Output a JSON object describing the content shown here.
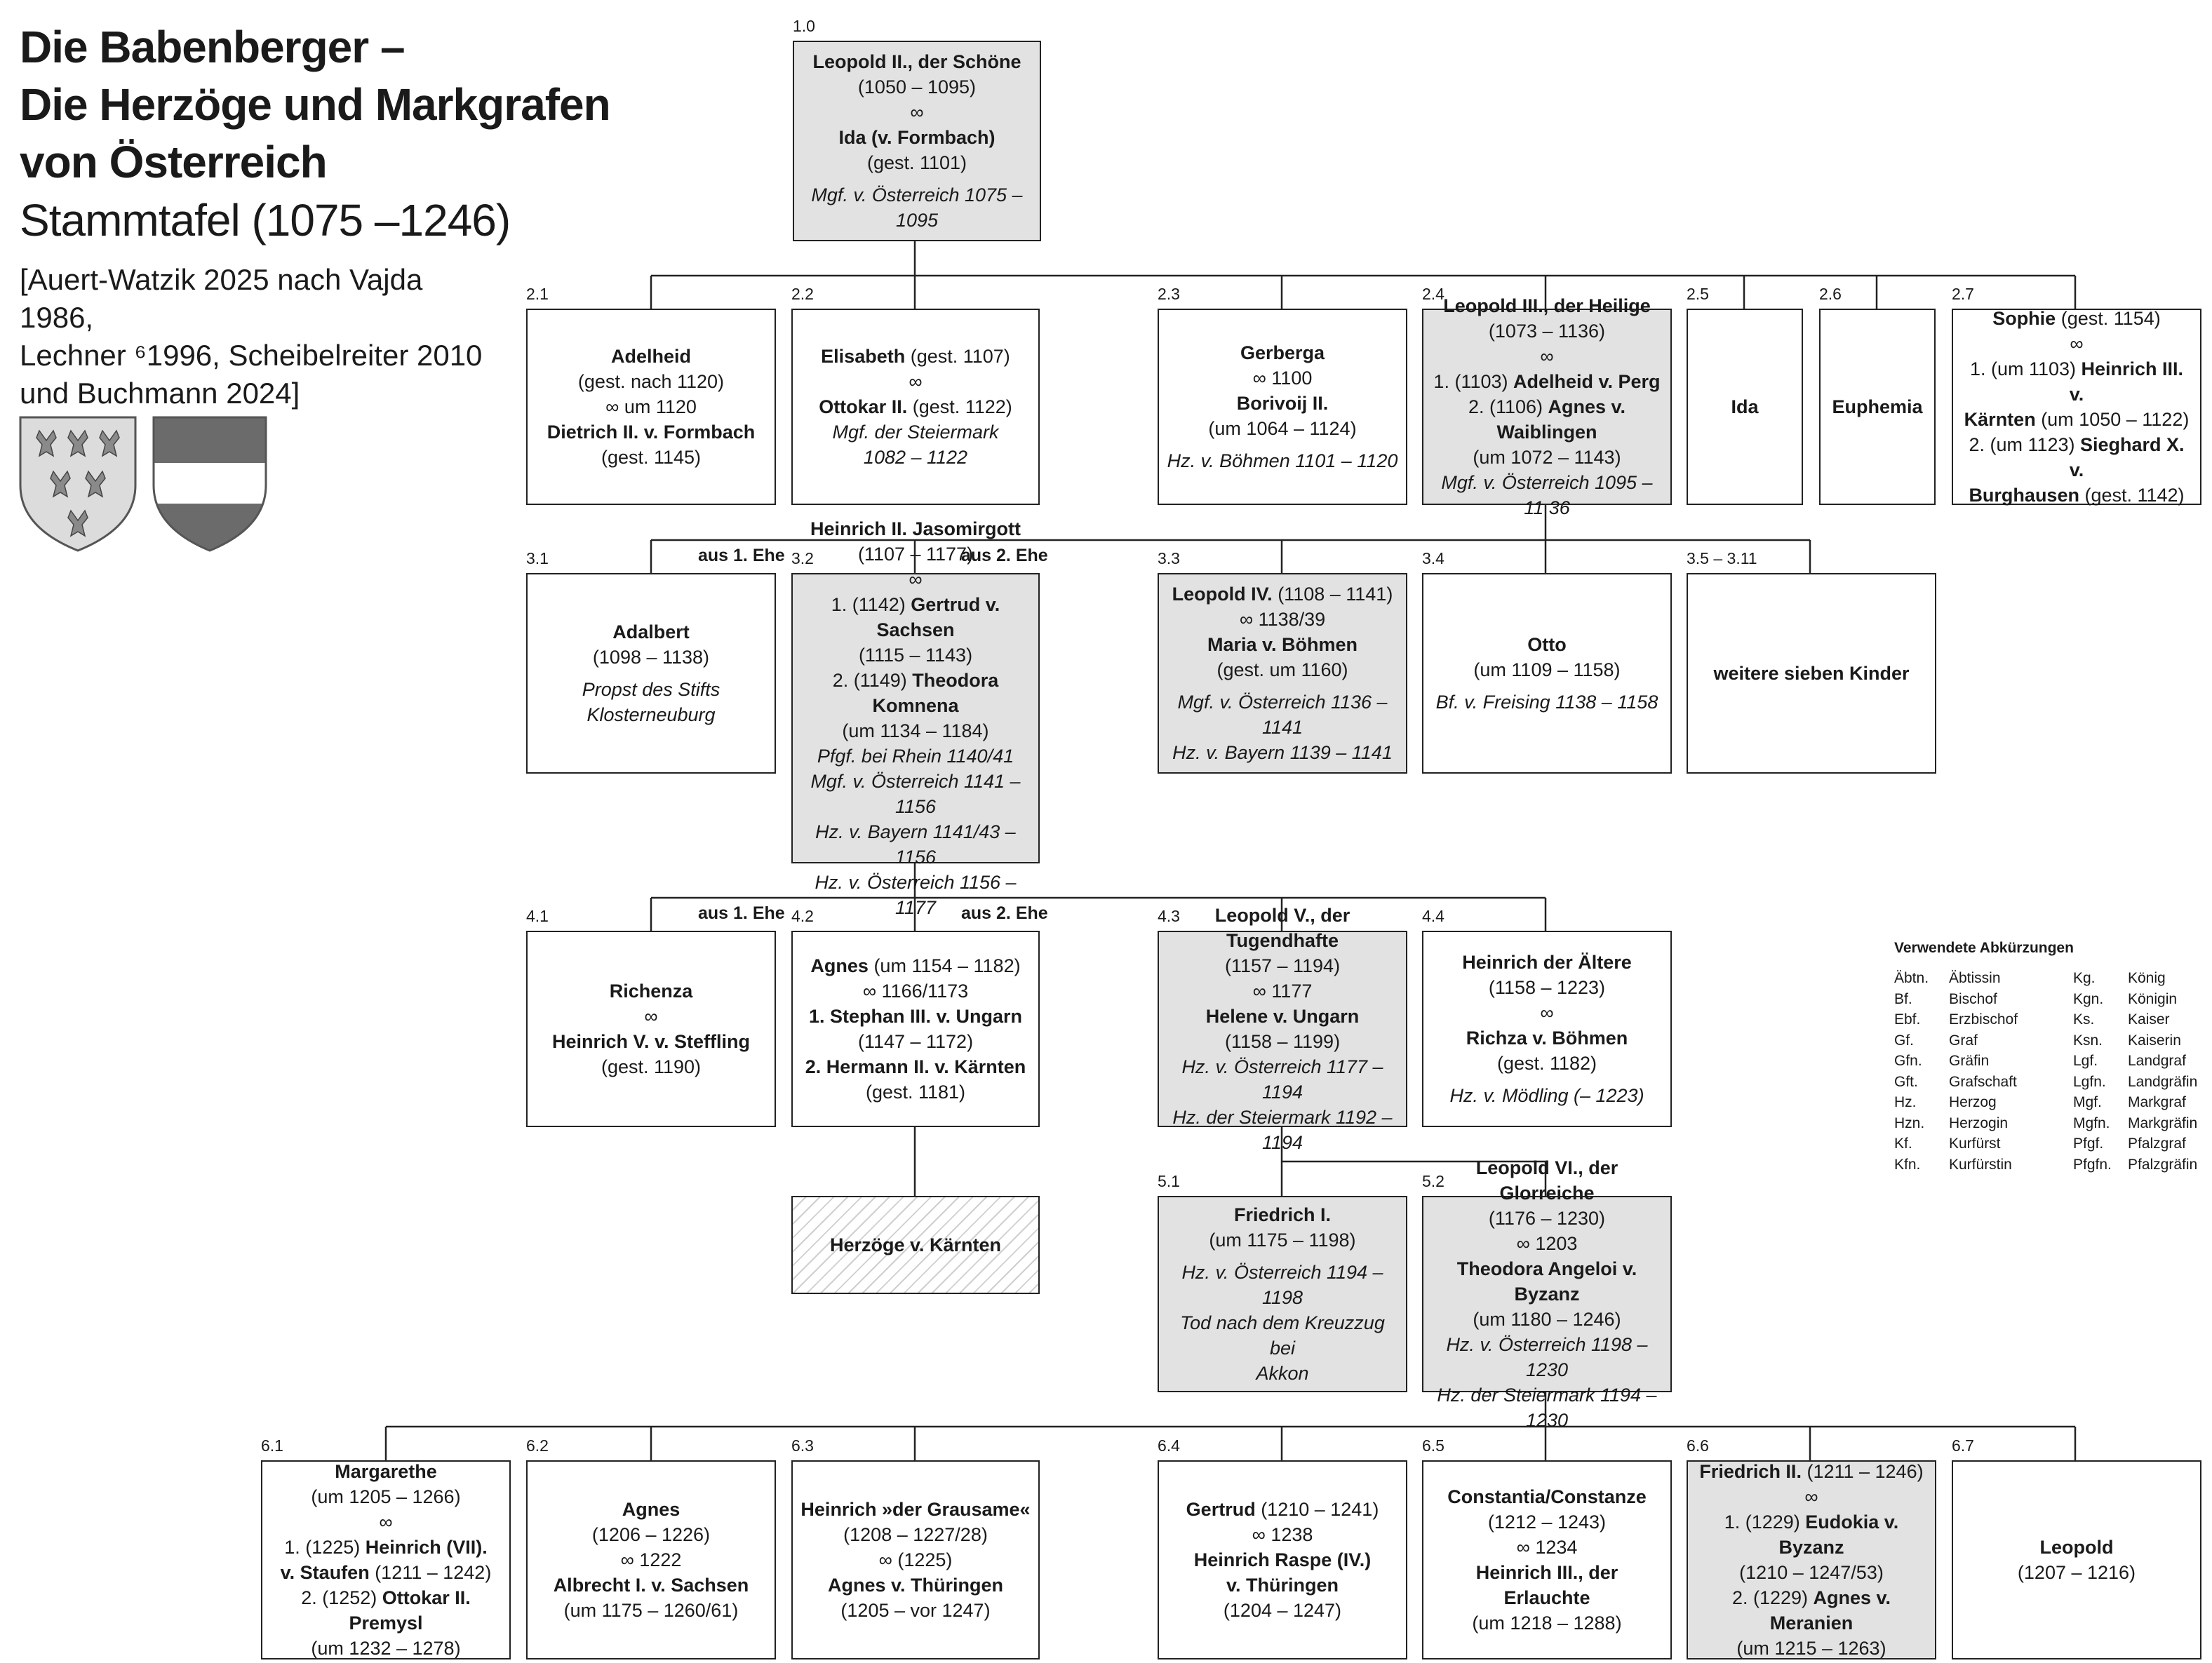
{
  "title": {
    "line1": "Die Babenberger –",
    "line2": "Die Herzöge und Markgrafen",
    "line3": "von Österreich",
    "subtitle": "Stammtafel (1075 –1246)",
    "source_line1": "[Auert-Watzik 2025 nach Vajda 1986,",
    "source_line2": "Lechner ⁶1996, Scheibelreiter 2010",
    "source_line3": "und Buchmann 2024]"
  },
  "colors": {
    "ruler_fill": "#e2e2e2",
    "line": "#222222",
    "crest_red": "#6b6b6b",
    "crest_white": "#ffffff"
  },
  "crests": {
    "left": "eagles-crest-icon",
    "right": "bindenschild-crest-icon"
  },
  "marriage_labels": {
    "g3_first": "aus 1. Ehe",
    "g3_second": "aus 2. Ehe",
    "g4_first": "aus 1. Ehe",
    "g4_second": "aus 2. Ehe"
  },
  "people": {
    "p1_0": {
      "tag": "1.0",
      "lines": [
        {
          "t": "Leopold II., der Schöne",
          "s": "b"
        },
        {
          "t": "(1050 – 1095)"
        },
        {
          "t": "∞"
        },
        {
          "t": "Ida (v. Formbach)",
          "s": "b"
        },
        {
          "t": "(gest. 1101)"
        },
        {
          "t": "",
          "s": "sep"
        },
        {
          "t": "Mgf. v. Österreich 1075 – 1095",
          "s": "i"
        }
      ]
    },
    "p2_1": {
      "tag": "2.1",
      "lines": [
        {
          "t": "Adelheid",
          "s": "b"
        },
        {
          "t": "(gest. nach 1120)"
        },
        {
          "t": "∞ um 1120"
        },
        {
          "t": "Dietrich II. v. Formbach",
          "s": "b"
        },
        {
          "t": "(gest. 1145)"
        }
      ]
    },
    "p2_2": {
      "tag": "2.2",
      "lines": [
        {
          "t": "Elisabeth",
          "s": "b",
          "x": " (gest. 1107)"
        },
        {
          "t": "∞"
        },
        {
          "t": "Ottokar II.",
          "s": "b",
          "x": " (gest. 1122)"
        },
        {
          "t": "Mgf. der Steiermark",
          "s": "i"
        },
        {
          "t": "1082 – 1122",
          "s": "i"
        }
      ]
    },
    "p2_3": {
      "tag": "2.3",
      "lines": [
        {
          "t": "Gerberga",
          "s": "b"
        },
        {
          "t": "∞ 1100"
        },
        {
          "t": "Borivoij II.",
          "s": "b"
        },
        {
          "t": "(um 1064 – 1124)"
        },
        {
          "t": "",
          "s": "sep"
        },
        {
          "t": "Hz. v. Böhmen 1101 – 1120",
          "s": "i"
        }
      ]
    },
    "p2_4": {
      "tag": "2.4",
      "lines": [
        {
          "t": "Leopold III., der Heilige",
          "s": "b"
        },
        {
          "t": "(1073 – 1136)"
        },
        {
          "t": "∞"
        },
        {
          "t": "1. (1103) ",
          "x2": "Adelheid v. Perg"
        },
        {
          "t": "2. (1106) ",
          "x2": "Agnes v. Waiblingen"
        },
        {
          "t": "(um 1072 – 1143)"
        },
        {
          "t": "",
          "s": "sep"
        },
        {
          "t": "Mgf. v. Österreich 1095 – 11 36",
          "s": "i"
        }
      ]
    },
    "p2_5": {
      "tag": "2.5",
      "lines": [
        {
          "t": "Ida",
          "s": "b"
        }
      ]
    },
    "p2_6": {
      "tag": "2.6",
      "lines": [
        {
          "t": "Euphemia",
          "s": "b"
        }
      ]
    },
    "p2_7": {
      "tag": "2.7",
      "lines": [
        {
          "t": "Sophie",
          "s": "b",
          "x": " (gest. 1154)"
        },
        {
          "t": "∞"
        },
        {
          "t": "1. (um 1103) ",
          "x2": "Heinrich III. v."
        },
        {
          "t": "Kärnten",
          "s": "b",
          "x": " (um 1050 – 1122)"
        },
        {
          "t": "2. (um 1123) ",
          "x2": "Sieghard X. v."
        },
        {
          "t": "Burghausen",
          "s": "b",
          "x": " (gest. 1142)"
        }
      ]
    },
    "p3_1": {
      "tag": "3.1",
      "lines": [
        {
          "t": "Adalbert",
          "s": "b"
        },
        {
          "t": "(1098 – 1138)"
        },
        {
          "t": "",
          "s": "sep"
        },
        {
          "t": "Propst des Stifts",
          "s": "i"
        },
        {
          "t": "Klosterneuburg",
          "s": "i"
        }
      ]
    },
    "p3_2": {
      "tag": "3.2",
      "lines": [
        {
          "t": "Heinrich II. Jasomirgott",
          "s": "b"
        },
        {
          "t": "(1107 – 1177)"
        },
        {
          "t": "∞"
        },
        {
          "t": "1. (1142) ",
          "x2": "Gertrud v. Sachsen"
        },
        {
          "t": "(1115 – 1143)"
        },
        {
          "t": "2. (1149) ",
          "x2": "Theodora Komnena"
        },
        {
          "t": "(um 1134 – 1184)"
        },
        {
          "t": "",
          "s": "sep"
        },
        {
          "t": "Pfgf. bei Rhein 1140/41",
          "s": "i"
        },
        {
          "t": "Mgf. v. Österreich 1141 – 1156",
          "s": "i"
        },
        {
          "t": "Hz. v. Bayern 1141/43 – 1156",
          "s": "i"
        },
        {
          "t": "Hz. v. Österreich 1156 – 1177",
          "s": "i"
        }
      ]
    },
    "p3_3": {
      "tag": "3.3",
      "lines": [
        {
          "t": "Leopold IV.",
          "s": "b",
          "x": " (1108 – 1141)"
        },
        {
          "t": "∞ 1138/39"
        },
        {
          "t": "Maria v. Böhmen",
          "s": "b"
        },
        {
          "t": "(gest. um 1160)"
        },
        {
          "t": "",
          "s": "sep"
        },
        {
          "t": "Mgf. v. Österreich 1136 – 1141",
          "s": "i"
        },
        {
          "t": "Hz. v. Bayern 1139 – 1141",
          "s": "i"
        }
      ]
    },
    "p3_4": {
      "tag": "3.4",
      "lines": [
        {
          "t": "Otto",
          "s": "b"
        },
        {
          "t": "(um 1109 – 1158)"
        },
        {
          "t": "",
          "s": "sep"
        },
        {
          "t": "Bf. v. Freising 1138 – 1158",
          "s": "i"
        }
      ]
    },
    "p3_5": {
      "tag": "3.5 – 3.11",
      "lines": [
        {
          "t": "weitere sieben Kinder",
          "s": "b"
        }
      ]
    },
    "p4_1": {
      "tag": "4.1",
      "lines": [
        {
          "t": "Richenza",
          "s": "b"
        },
        {
          "t": "∞"
        },
        {
          "t": "Heinrich V. v. Steffling",
          "s": "b"
        },
        {
          "t": "(gest. 1190)"
        }
      ]
    },
    "p4_2": {
      "tag": "4.2",
      "lines": [
        {
          "t": "Agnes",
          "s": "b",
          "x": " (um 1154 – 1182)"
        },
        {
          "t": "∞ 1166/1173"
        },
        {
          "t": "1. Stephan III. v. Ungarn",
          "s": "b"
        },
        {
          "t": "(1147 – 1172)"
        },
        {
          "t": "2. Hermann II. v. Kärnten",
          "s": "b"
        },
        {
          "t": "(gest. 1181)"
        }
      ]
    },
    "p4_3": {
      "tag": "4.3",
      "lines": [
        {
          "t": "Leopold V., der Tugendhafte",
          "s": "b"
        },
        {
          "t": "(1157 – 1194)"
        },
        {
          "t": "∞ 1177"
        },
        {
          "t": "Helene v. Ungarn",
          "s": "b"
        },
        {
          "t": "(1158 – 1199)"
        },
        {
          "t": "",
          "s": "sep"
        },
        {
          "t": "Hz. v. Österreich 1177 – 1194",
          "s": "i"
        },
        {
          "t": "Hz. der Steiermark 1192 – 1194",
          "s": "i"
        }
      ]
    },
    "p4_4": {
      "tag": "4.4",
      "lines": [
        {
          "t": "Heinrich der Ältere",
          "s": "b"
        },
        {
          "t": "(1158 – 1223)"
        },
        {
          "t": "∞"
        },
        {
          "t": "Richza v. Böhmen",
          "s": "b"
        },
        {
          "t": "(gest. 1182)"
        },
        {
          "t": "",
          "s": "sep"
        },
        {
          "t": "Hz. v. Mödling (– 1223)",
          "s": "i"
        }
      ]
    },
    "p4_k": {
      "tag": "",
      "lines": [
        {
          "t": "Herzöge v. Kärnten",
          "s": "b"
        }
      ]
    },
    "p5_1": {
      "tag": "5.1",
      "lines": [
        {
          "t": "Friedrich I.",
          "s": "b"
        },
        {
          "t": "(um 1175 – 1198)"
        },
        {
          "t": "",
          "s": "sep"
        },
        {
          "t": "Hz. v. Österreich 1194 – 1198",
          "s": "i"
        },
        {
          "t": "Tod nach dem Kreuzzug bei",
          "s": "i"
        },
        {
          "t": "Akkon",
          "s": "i"
        }
      ]
    },
    "p5_2": {
      "tag": "5.2",
      "lines": [
        {
          "t": "Leopold VI., der Glorreiche",
          "s": "b"
        },
        {
          "t": "(1176 – 1230)"
        },
        {
          "t": "∞ 1203"
        },
        {
          "t": "Theodora Angeloi v. Byzanz",
          "s": "b"
        },
        {
          "t": "(um 1180 – 1246)"
        },
        {
          "t": "",
          "s": "sep"
        },
        {
          "t": "Hz. v. Österreich 1198 – 1230",
          "s": "i"
        },
        {
          "t": "Hz. der Steiermark 1194 – 1230",
          "s": "i"
        }
      ]
    },
    "p6_1": {
      "tag": "6.1",
      "lines": [
        {
          "t": "Margarethe",
          "s": "b"
        },
        {
          "t": "(um 1205 – 1266)"
        },
        {
          "t": "∞"
        },
        {
          "t": "1. (1225) ",
          "x2": "Heinrich (VII)."
        },
        {
          "t": "v. Staufen",
          "s": "b",
          "x": " (1211 – 1242)"
        },
        {
          "t": "2. (1252) ",
          "x2": "Ottokar II. Premysl"
        },
        {
          "t": "(um 1232 – 1278)"
        }
      ]
    },
    "p6_2": {
      "tag": "6.2",
      "lines": [
        {
          "t": "Agnes",
          "s": "b"
        },
        {
          "t": "(1206 – 1226)"
        },
        {
          "t": "∞ 1222"
        },
        {
          "t": "Albrecht I. v. Sachsen",
          "s": "b"
        },
        {
          "t": "(um 1175 – 1260/61)"
        }
      ]
    },
    "p6_3": {
      "tag": "6.3",
      "lines": [
        {
          "t": "Heinrich »der Grausame«",
          "s": "b"
        },
        {
          "t": "(1208 – 1227/28)"
        },
        {
          "t": "∞ (1225)"
        },
        {
          "t": "Agnes v. Thüringen",
          "s": "b"
        },
        {
          "t": "(1205 – vor 1247)"
        }
      ]
    },
    "p6_4": {
      "tag": "6.4",
      "lines": [
        {
          "t": "Gertrud",
          "s": "b",
          "x": " (1210 – 1241)"
        },
        {
          "t": "∞ 1238"
        },
        {
          "t": "Heinrich Raspe (IV.)",
          "s": "b"
        },
        {
          "t": "v. Thüringen",
          "s": "b"
        },
        {
          "t": "(1204 – 1247)"
        }
      ]
    },
    "p6_5": {
      "tag": "6.5",
      "lines": [
        {
          "t": "Constantia/Constanze",
          "s": "b"
        },
        {
          "t": "(1212 – 1243)"
        },
        {
          "t": "∞ 1234"
        },
        {
          "t": "Heinrich III., der Erlauchte",
          "s": "b"
        },
        {
          "t": "(um 1218 – 1288)"
        }
      ]
    },
    "p6_6": {
      "tag": "6.6",
      "lines": [
        {
          "t": "Friedrich II.",
          "s": "b",
          "x": " (1211 – 1246)"
        },
        {
          "t": "∞"
        },
        {
          "t": "1. (1229) ",
          "x2": "Eudokia v. Byzanz"
        },
        {
          "t": "(1210 – 1247/53)"
        },
        {
          "t": "2. (1229) ",
          "x2": "Agnes v. Meranien"
        },
        {
          "t": "(um 1215 – 1263)"
        }
      ]
    },
    "p6_7": {
      "tag": "6.7",
      "lines": [
        {
          "t": "Leopold",
          "s": "b"
        },
        {
          "t": "(1207 – 1216)"
        }
      ]
    }
  },
  "abbreviations": {
    "title": "Verwendete Abkürzungen",
    "left": [
      [
        "Äbtn.",
        "Äbtissin"
      ],
      [
        "Bf.",
        "Bischof"
      ],
      [
        "Ebf.",
        "Erzbischof"
      ],
      [
        "Gf.",
        "Graf"
      ],
      [
        "Gfn.",
        "Gräfin"
      ],
      [
        "Gft.",
        "Grafschaft"
      ],
      [
        "Hz.",
        "Herzog"
      ],
      [
        "Hzn.",
        "Herzogin"
      ],
      [
        "Kf.",
        "Kurfürst"
      ],
      [
        "Kfn.",
        "Kurfürstin"
      ]
    ],
    "right": [
      [
        "Kg.",
        "König"
      ],
      [
        "Kgn.",
        "Königin"
      ],
      [
        "Ks.",
        "Kaiser"
      ],
      [
        "Ksn.",
        "Kaiserin"
      ],
      [
        "Lgf.",
        "Landgraf"
      ],
      [
        "Lgfn.",
        "Landgräfin"
      ],
      [
        "Mgf.",
        "Markgraf"
      ],
      [
        "Mgfn.",
        "Markgräfin"
      ],
      [
        "Pfgf.",
        "Pfalzgraf"
      ],
      [
        "Pfgfn.",
        "Pfalzgräfin"
      ]
    ]
  }
}
